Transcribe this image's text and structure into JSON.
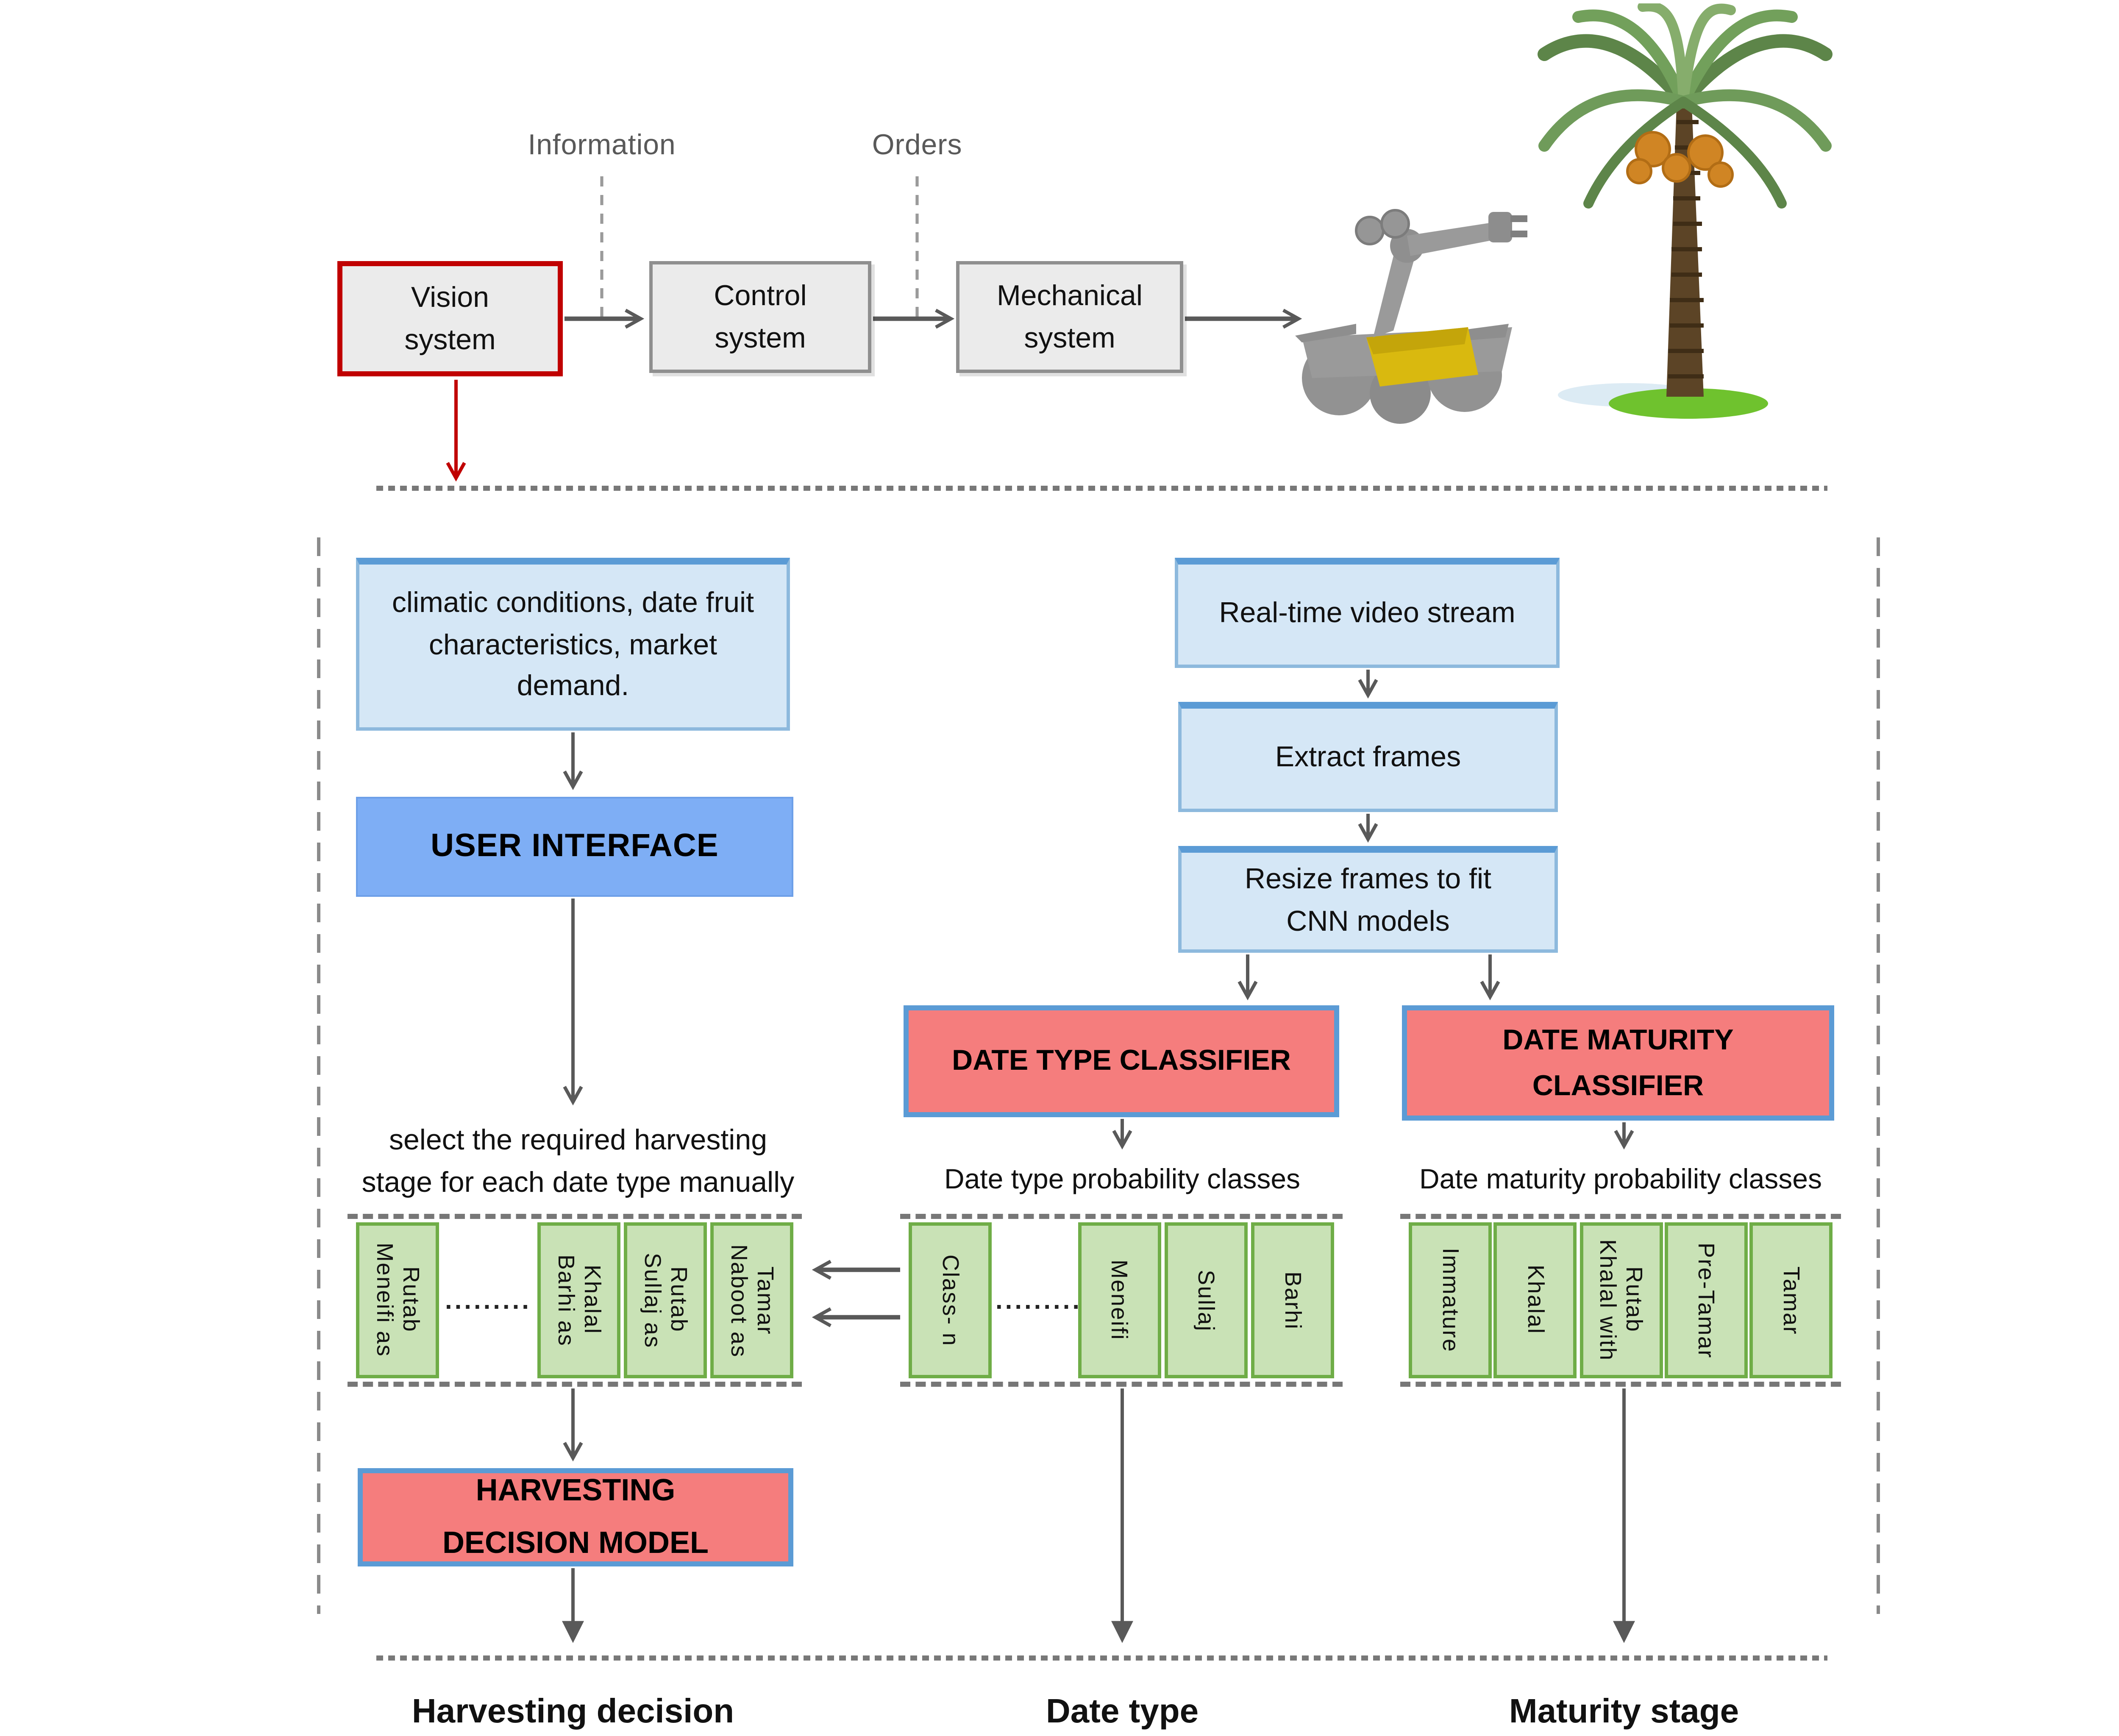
{
  "colors": {
    "accent_red": "#c00000",
    "blue_border": "#5b9bd5",
    "light_blue_fill": "#d5e7f6",
    "ui_blue_fill": "#7eaef5",
    "salmon_fill": "#f57d7d",
    "green_fill": "#c9e2b6",
    "green_border": "#6fad47",
    "gray_box_fill": "#ebebeb",
    "arrow_gray": "#595959"
  },
  "icons": {
    "robot": "harvesting-robot",
    "palm": "date-palm-tree"
  },
  "top_row": {
    "information_label": "Information",
    "orders_label": "Orders",
    "vision_box": "Vision system",
    "control_box": "Control system",
    "mechanical_box": "Mechanical system"
  },
  "left_column": {
    "inputs_box": "climatic conditions, date fruit characteristics, market demand.",
    "user_interface_box": "USER INTERFACE",
    "select_note_line1": "select the required harvesting",
    "select_note_line2": "stage for each date type manually",
    "dots": ".........",
    "harvest_stages": [
      "Meneifi as Rutab",
      "Barhi as Khalal",
      "Sullaj as Rutab",
      "Naboot as Tamar"
    ],
    "decision_model_box": "HARVESTING DECISION MODEL",
    "output_label": "Harvesting decision"
  },
  "middle_column": {
    "video_stream_box": "Real-time video stream",
    "extract_frames_box": "Extract frames",
    "resize_frames_box": "Resize frames to fit CNN models",
    "type_classifier_box": "DATE TYPE CLASSIFIER",
    "type_classes_label": "Date type probability classes",
    "dots": ".........",
    "type_classes": [
      "Class- n",
      "Meneifi",
      "Sullaj",
      "Barhi"
    ],
    "output_label": "Date type"
  },
  "right_column": {
    "maturity_classifier_box": "DATE MATURITY CLASSIFIER",
    "maturity_classes_label": "Date maturity probability classes",
    "maturity_classes": [
      "Immature",
      "Khalal",
      "Khalal with Rutab",
      "Pre-Tamar",
      "Tamar"
    ],
    "output_label": "Maturity stage"
  }
}
